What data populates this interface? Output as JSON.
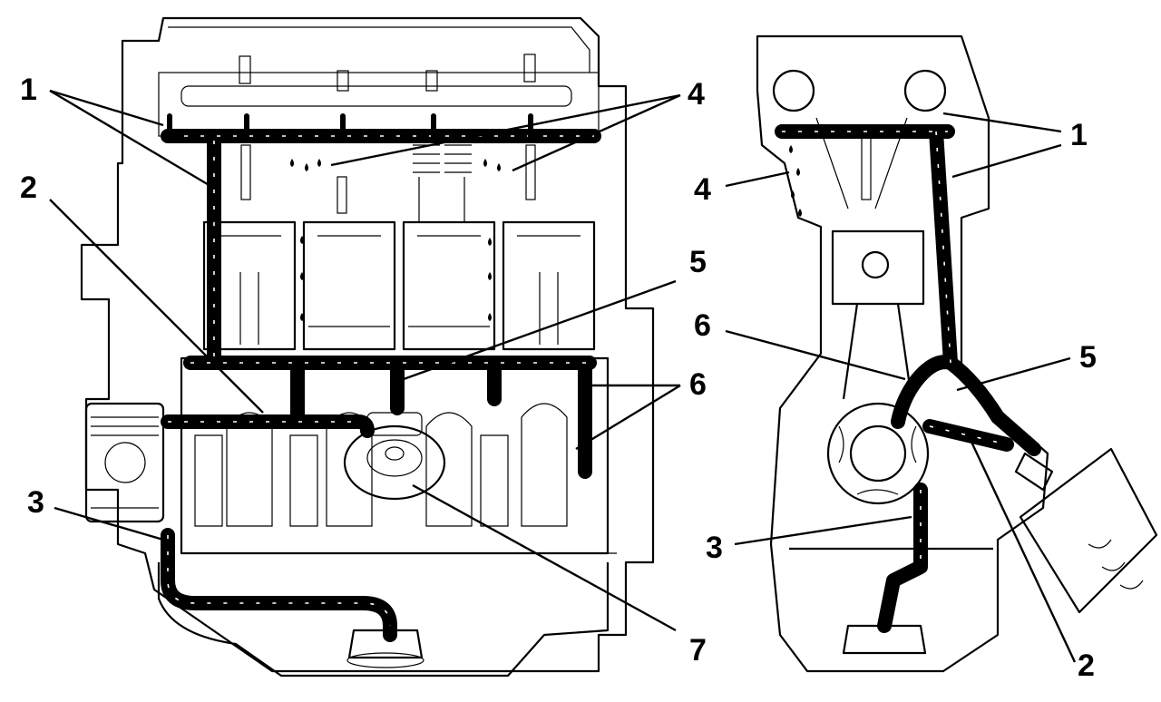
{
  "figure": {
    "views": [
      {
        "name": "front-section-view"
      },
      {
        "name": "side-section-view"
      }
    ],
    "callouts": {
      "left": [
        "1",
        "2",
        "3",
        "4",
        "5",
        "6",
        "7"
      ],
      "right": [
        "1",
        "4",
        "6",
        "5",
        "3",
        "2"
      ]
    }
  },
  "icons": [
    "oil-drop-icon",
    "flow-arrow-icon"
  ],
  "colors": {
    "ink": "#000000",
    "paper": "#ffffff"
  }
}
